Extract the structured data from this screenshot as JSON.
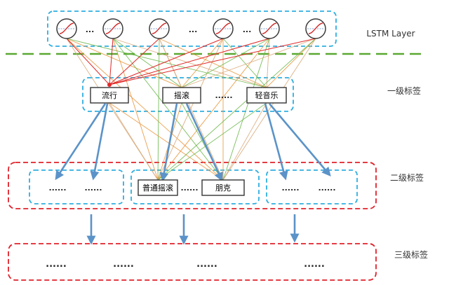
{
  "layer_labels": {
    "lstm": "LSTM Layer",
    "level1": "一级标签",
    "level2": "二级标签",
    "level3": "三级标签"
  },
  "level1_nodes": {
    "pop": "流行",
    "rock": "摇滚",
    "light_music": "轻音乐"
  },
  "level2_nodes": {
    "pop_rock": "普通摇滚",
    "punk": "朋克"
  },
  "ellipsis": "......",
  "lstm_ellipsis": "...",
  "colors": {
    "blue_dash": "#2eaee0",
    "red_dash": "#e0202a",
    "green_dash": "#5aa832",
    "arrow_blue": "#5b93c8",
    "line_red": "#e02828",
    "line_orange": "#e8953a",
    "line_green": "#6bb84a",
    "line_tan": "#d8a878"
  }
}
